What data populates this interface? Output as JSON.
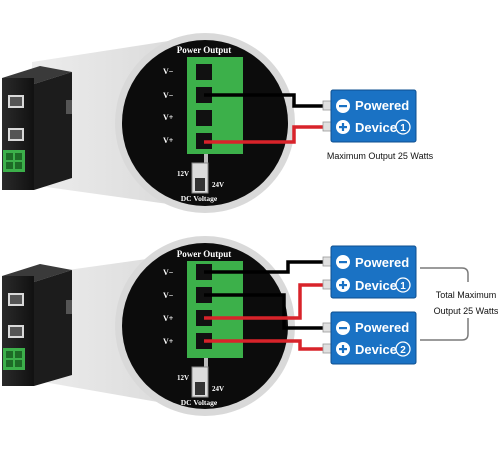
{
  "diagram_top": {
    "panel": {
      "title": "Power Output",
      "terminals": [
        "V−",
        "V−",
        "V+",
        "V+"
      ],
      "switch_left": "12V",
      "switch_right": "24V",
      "switch_caption": "DC Voltage"
    },
    "devices": [
      {
        "word1": "Powered",
        "word2": "Device",
        "number": "1"
      }
    ],
    "caption": "Maximum Output 25 Watts"
  },
  "diagram_bottom": {
    "panel": {
      "title": "Power Output",
      "terminals": [
        "V−",
        "V−",
        "V+",
        "V+"
      ],
      "switch_left": "12V",
      "switch_right": "24V",
      "switch_caption": "DC Voltage"
    },
    "devices": [
      {
        "word1": "Powered",
        "word2": "Device",
        "number": "1"
      },
      {
        "word1": "Powered",
        "word2": "Device",
        "number": "2"
      }
    ],
    "caption_line1": "Total Maximum",
    "caption_line2": "Output 25 Watts"
  },
  "colors": {
    "device_blue": "#1a72c4",
    "device_border": "#0d4f8f",
    "terminal_green": "#3cb04a",
    "wire_black": "#000000",
    "wire_red": "#d8232a",
    "panel_black": "#0c0c0c",
    "zoom_cone": "#d4d4d4",
    "bracket_gray": "#7a7a7a"
  },
  "icons": [
    "minus-circle-icon",
    "plus-circle-icon",
    "injector-device-icon"
  ]
}
